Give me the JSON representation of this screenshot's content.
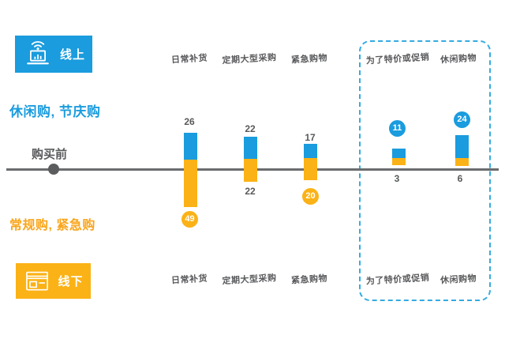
{
  "colors": {
    "blue": "#1A9CDE",
    "orange": "#FBB216",
    "orange_text": "#F9A51B",
    "text_gray": "#58595B",
    "axis_gray": "#6A6C6E",
    "highlight_border_blue": "#33ABE2",
    "background": "#FFFFFF"
  },
  "legend": {
    "online_badge_label": "线上",
    "offline_badge_label": "线下",
    "blue_meaning": "休闲购, 节庆购",
    "orange_meaning": "常规购, 紧急购",
    "axis_label": "购买前"
  },
  "icons": {
    "online": "laptop-wifi-icon",
    "offline": "storefront-icon"
  },
  "columns": [
    {
      "header": "日常补货",
      "footer": "日常补货",
      "online_value": "26",
      "offline_value": "49"
    },
    {
      "header": "定期大型采购",
      "footer": "定期大型采购",
      "online_value": "22",
      "offline_value": "22"
    },
    {
      "header": "紧急购物",
      "footer": "紧急购物",
      "online_value": "17",
      "offline_value": "20"
    },
    {
      "header": "为了特价或促销",
      "footer": "为了特价或促销",
      "online_value": "11",
      "offline_value": "3"
    },
    {
      "header": "休闲购物",
      "footer": "休闲购物",
      "online_value": "24",
      "offline_value": "6"
    }
  ],
  "chart_data": {
    "type": "bar",
    "subtype": "diverging stacked bars: blue segment above / orange segment crossing below a horizontal zero axis",
    "title": "",
    "categories": [
      "日常补货",
      "定期大型采购",
      "紧急购物",
      "为了特价或促销",
      "休闲购物"
    ],
    "series": [
      {
        "name": "线上 — 休闲购, 节庆购",
        "color": "#1A9CDE",
        "values": [
          26,
          22,
          17,
          11,
          24
        ]
      },
      {
        "name": "线下 — 常规购, 紧急购",
        "color": "#FBB216",
        "values": [
          49,
          22,
          20,
          3,
          6
        ]
      }
    ],
    "axis_label": "购买前",
    "highlight_group": {
      "categories": [
        "为了特价或促销",
        "休闲购物"
      ],
      "style": "blue dashed rounded outline around last two columns"
    },
    "emphasized_values": {
      "orange_circles": [
        49,
        20
      ],
      "blue_circles": [
        11,
        24
      ]
    },
    "category_labels_position": "both top and bottom",
    "legend_position": "left",
    "grid": false
  }
}
